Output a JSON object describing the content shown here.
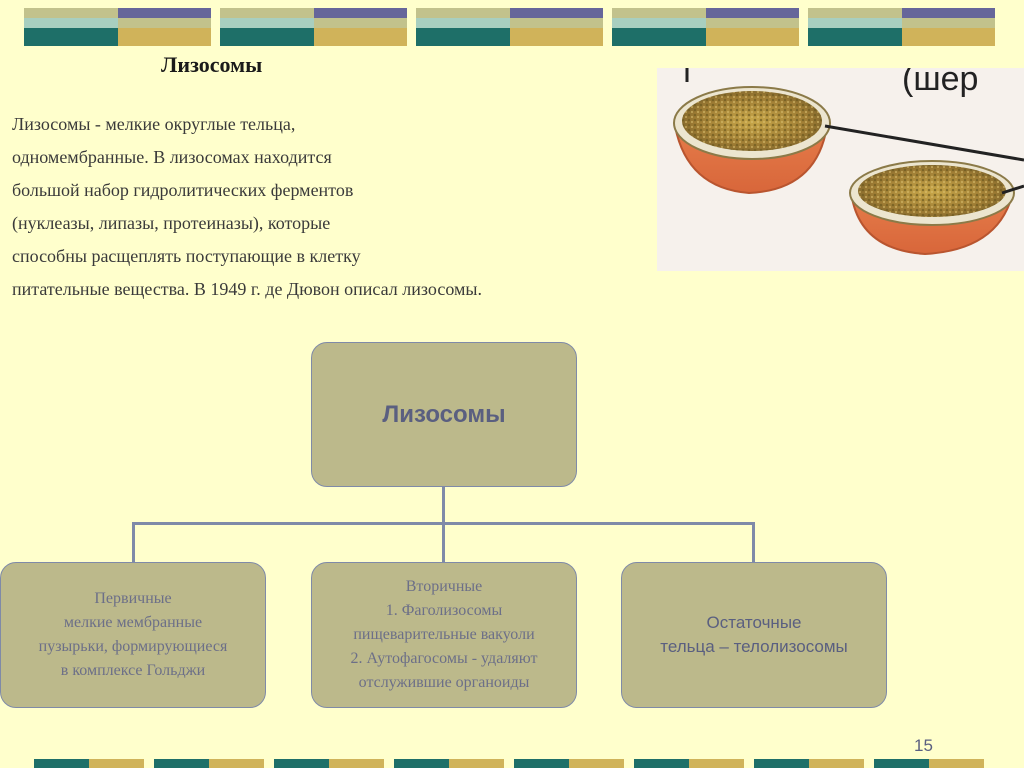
{
  "slide": {
    "title": "Лизосомы",
    "body_lines": [
      "Лизосомы - мелкие округлые тельца,",
      "одномембранные. В лизосомах находится",
      "большой набор гидролитических ферментов",
      "(нуклеазы, липазы, протеиназы), которые",
      "способны расщеплять поступающие в клетку",
      "питательные вещества. В 1949 г. де Дювон описал лизосомы."
    ],
    "page_number": "15"
  },
  "image": {
    "caption_fragment": "(шер"
  },
  "diagram": {
    "root": "Лизосомы",
    "children": [
      {
        "lines": [
          "Первичные",
          "мелкие мембранные",
          "пузырьки,  формирующиеся",
          "в комплексе Гольджи"
        ]
      },
      {
        "lines": [
          "Вторичные",
          "1. Фаголизосомы",
          "пищеварительные вакуоли",
          "2. Аутофагосомы - удаляют",
          "отслужившие органоиды"
        ]
      },
      {
        "lines": [
          "Остаточные",
          "тельца – телолизосомы"
        ]
      }
    ]
  },
  "colors": {
    "background": "#ffffcc",
    "box_fill": "#bcb98b",
    "connector": "#7f8aa8",
    "deco_teal": "#1e6f68",
    "deco_purple": "#66669a",
    "deco_olive": "#c2c28c",
    "deco_gold": "#d0b35a",
    "deco_mint": "#a8cfc0"
  }
}
